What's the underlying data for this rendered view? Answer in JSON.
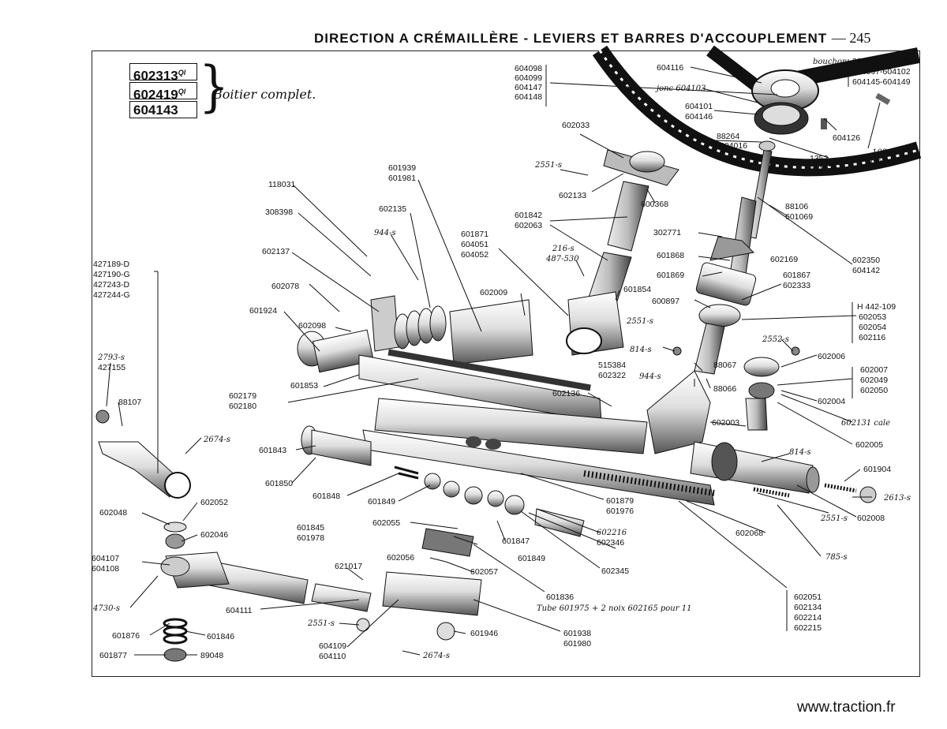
{
  "header": {
    "title": "DIRECTION A CRÉMAILLÈRE - LEVIERS ET BARRES D'ACCOUPLEMENT",
    "page": "— 245"
  },
  "boxes": [
    "602313",
    "602419",
    "604143"
  ],
  "box_suffix": "Ql",
  "boitier": "Boitier complet.",
  "footer": "www.traction.fr",
  "labels": [
    {
      "t": "604098"
    },
    {
      "t": "604099"
    },
    {
      "t": "604147"
    },
    {
      "t": "604148"
    },
    {
      "t": "604116"
    },
    {
      "t": "jonc 604103"
    },
    {
      "t": "604101"
    },
    {
      "t": "604146"
    },
    {
      "t": "88264"
    },
    {
      "t": "604016"
    },
    {
      "t": "604126"
    },
    {
      "t": "1352"
    },
    {
      "t": "601070"
    },
    {
      "t": "bouchon"
    },
    {
      "t": "330135-604026"
    },
    {
      "t": "604097-604102"
    },
    {
      "t": "604145-604149"
    },
    {
      "t": "102-s"
    },
    {
      "t": "330097"
    },
    {
      "t": "602033"
    },
    {
      "t": "2551-s"
    },
    {
      "t": "602133"
    },
    {
      "t": "600368"
    },
    {
      "t": "601842"
    },
    {
      "t": "602063"
    },
    {
      "t": "88106"
    },
    {
      "t": "601069"
    },
    {
      "t": "302771"
    },
    {
      "t": "602169"
    },
    {
      "t": "602350"
    },
    {
      "t": "604142"
    },
    {
      "t": "118031"
    },
    {
      "t": "601939"
    },
    {
      "t": "601981"
    },
    {
      "t": "602135"
    },
    {
      "t": "308398"
    },
    {
      "t": "944-s"
    },
    {
      "t": "601871"
    },
    {
      "t": "604051"
    },
    {
      "t": "604052"
    },
    {
      "t": "216-s"
    },
    {
      "t": "487-530"
    },
    {
      "t": "602137"
    },
    {
      "t": "602078"
    },
    {
      "t": "602009"
    },
    {
      "t": "601854"
    },
    {
      "t": "601868"
    },
    {
      "t": "601869"
    },
    {
      "t": "601867"
    },
    {
      "t": "602333"
    },
    {
      "t": "600897"
    },
    {
      "t": "H 442-109"
    },
    {
      "t": "602053"
    },
    {
      "t": "602054"
    },
    {
      "t": "602116"
    },
    {
      "t": "427189-D"
    },
    {
      "t": "427190-G"
    },
    {
      "t": "427243-D"
    },
    {
      "t": "427244-G"
    },
    {
      "t": "601924"
    },
    {
      "t": "602098"
    },
    {
      "t": "2551-s"
    },
    {
      "t": "2552-s"
    },
    {
      "t": "814-s"
    },
    {
      "t": "602006"
    },
    {
      "t": "88067"
    },
    {
      "t": "515384"
    },
    {
      "t": "602322"
    },
    {
      "t": "944-s"
    },
    {
      "t": "88066"
    },
    {
      "t": "602007"
    },
    {
      "t": "602049"
    },
    {
      "t": "602050"
    },
    {
      "t": "602004"
    },
    {
      "t": "2793-s"
    },
    {
      "t": "427155"
    },
    {
      "t": "601853"
    },
    {
      "t": "602179"
    },
    {
      "t": "602180"
    },
    {
      "t": "602136"
    },
    {
      "t": "88107"
    },
    {
      "t": "602003"
    },
    {
      "t": "602131 cale"
    },
    {
      "t": "602005"
    },
    {
      "t": "2674-s"
    },
    {
      "t": "601843"
    },
    {
      "t": "814-s"
    },
    {
      "t": "601904"
    },
    {
      "t": "601850"
    },
    {
      "t": "601848"
    },
    {
      "t": "601849"
    },
    {
      "t": "601879"
    },
    {
      "t": "601976"
    },
    {
      "t": "2613-s"
    },
    {
      "t": "602052"
    },
    {
      "t": "602048"
    },
    {
      "t": "2551-s"
    },
    {
      "t": "602008"
    },
    {
      "t": "602055"
    },
    {
      "t": "602216"
    },
    {
      "t": "602346"
    },
    {
      "t": "602068"
    },
    {
      "t": "602046"
    },
    {
      "t": "601845"
    },
    {
      "t": "601978"
    },
    {
      "t": "601847"
    },
    {
      "t": "785-s"
    },
    {
      "t": "604107"
    },
    {
      "t": "604108"
    },
    {
      "t": "602056"
    },
    {
      "t": "602057"
    },
    {
      "t": "601849"
    },
    {
      "t": "602345"
    },
    {
      "t": "621017"
    },
    {
      "t": "602051"
    },
    {
      "t": "602134"
    },
    {
      "t": "602214"
    },
    {
      "t": "602215"
    },
    {
      "t": "4730-s"
    },
    {
      "t": "604111"
    },
    {
      "t": "601836"
    },
    {
      "t": "Tube 601975 + 2 noix 602165 pour 11"
    },
    {
      "t": "601876"
    },
    {
      "t": "601846"
    },
    {
      "t": "2551-s"
    },
    {
      "t": "601946"
    },
    {
      "t": "601938"
    },
    {
      "t": "601980"
    },
    {
      "t": "604109"
    },
    {
      "t": "604110"
    },
    {
      "t": "601877"
    },
    {
      "t": "89048"
    },
    {
      "t": "2674-s"
    }
  ]
}
